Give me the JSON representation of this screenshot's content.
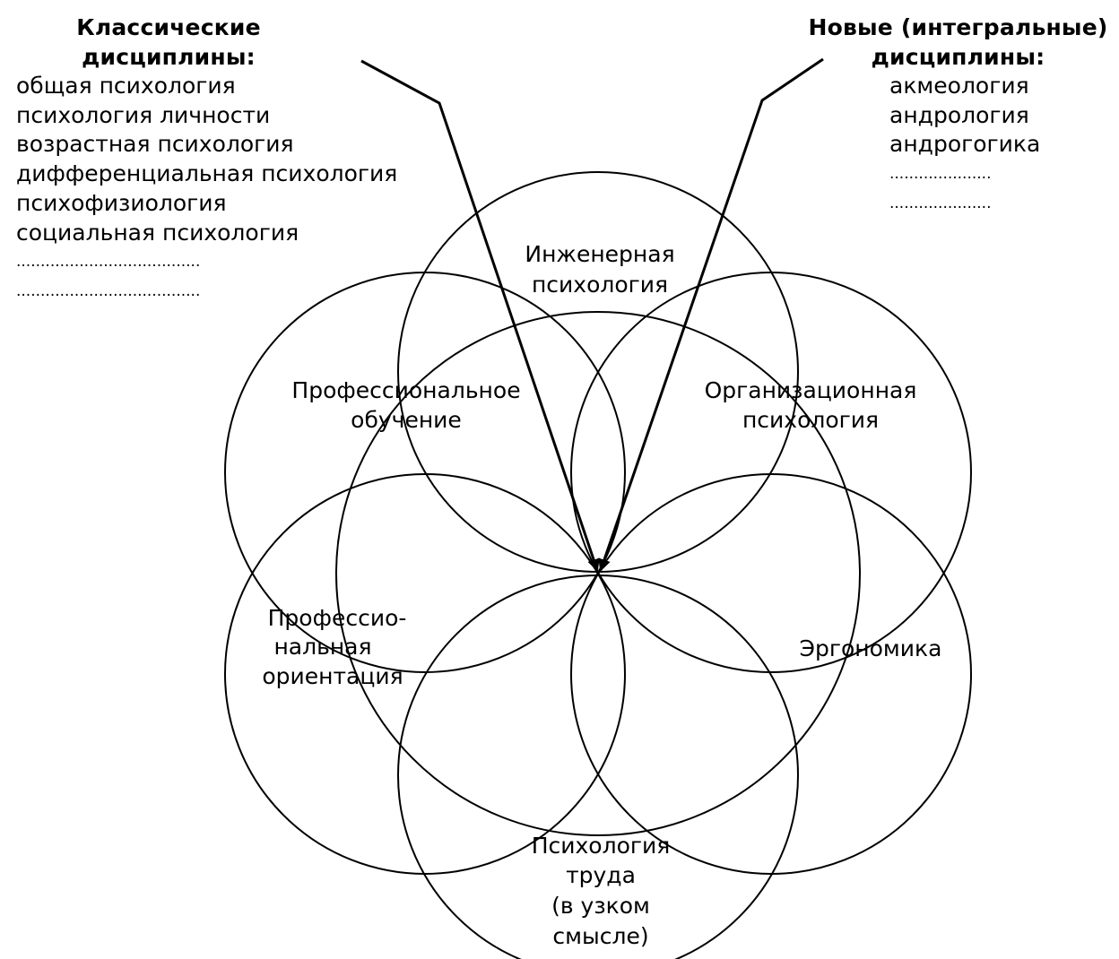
{
  "classic": {
    "heading_line1": "Классические",
    "heading_line2": "дисциплины:",
    "items": [
      "общая психология",
      "психология личности",
      "возрастная психология",
      "дифференциальная психология",
      "психофизиология",
      "социальная психология",
      "......................................",
      "......................................"
    ]
  },
  "integral": {
    "heading_line1": "Новые (интегральные)",
    "heading_line2": "дисциплины:",
    "items": [
      "акмеология",
      "андрология",
      "андрогогика",
      ".....................",
      "....................."
    ]
  },
  "circles": {
    "engineering": {
      "line1": "Инженерная",
      "line2": "психология"
    },
    "training": {
      "line1": "Профессиональное",
      "line2": "обучение"
    },
    "organizational": {
      "line1": "Организационная",
      "line2": "психология"
    },
    "orientation": {
      "line1": "Профессио-",
      "line2": "нальная",
      "line3": "ориентация"
    },
    "ergonomics": {
      "line1": "Эргономика"
    },
    "labor": {
      "line1": "Психология",
      "line2": "труда",
      "line3": "(в узком",
      "line4": "смысле)"
    }
  }
}
